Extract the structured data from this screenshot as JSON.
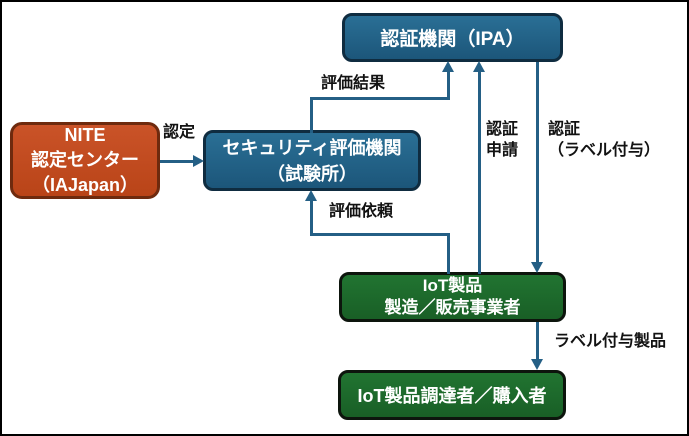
{
  "diagram": {
    "boxes": {
      "ipa": {
        "label": "認証機関（IPA）"
      },
      "nite": {
        "lines": [
          "NITE",
          "認定センター",
          "（IAJapan）"
        ]
      },
      "eval_body": {
        "lines": [
          "セキュリティ評価機関",
          "（試験所）"
        ]
      },
      "maker": {
        "lines": [
          "IoT製品",
          "製造／販売事業者"
        ]
      },
      "buyer": {
        "label": "IoT製品調達者／購入者"
      }
    },
    "arrow_labels": {
      "nintei": "認定",
      "hyoka_kekka": "評価結果",
      "hyoka_irai": "評価依頼",
      "ninsho_shinsei": [
        "認証",
        "申請"
      ],
      "ninsho_label_fuyo": [
        "認証",
        "（ラベル付与）"
      ],
      "label_fuyo_seihin": "ラベル付与製品"
    },
    "colors": {
      "arrow": "#245f85",
      "blue_fill": "#1e5c7c",
      "blue_border": "#0f2c40",
      "orange_fill": "#c14a1e",
      "orange_border": "#6e2a0e",
      "green_fill": "#1d6b2b",
      "green_border": "#0d150d",
      "label_text": "#121212",
      "box_text": "#ffffff",
      "background": "#ffffff",
      "outer_border": "#000000"
    }
  }
}
